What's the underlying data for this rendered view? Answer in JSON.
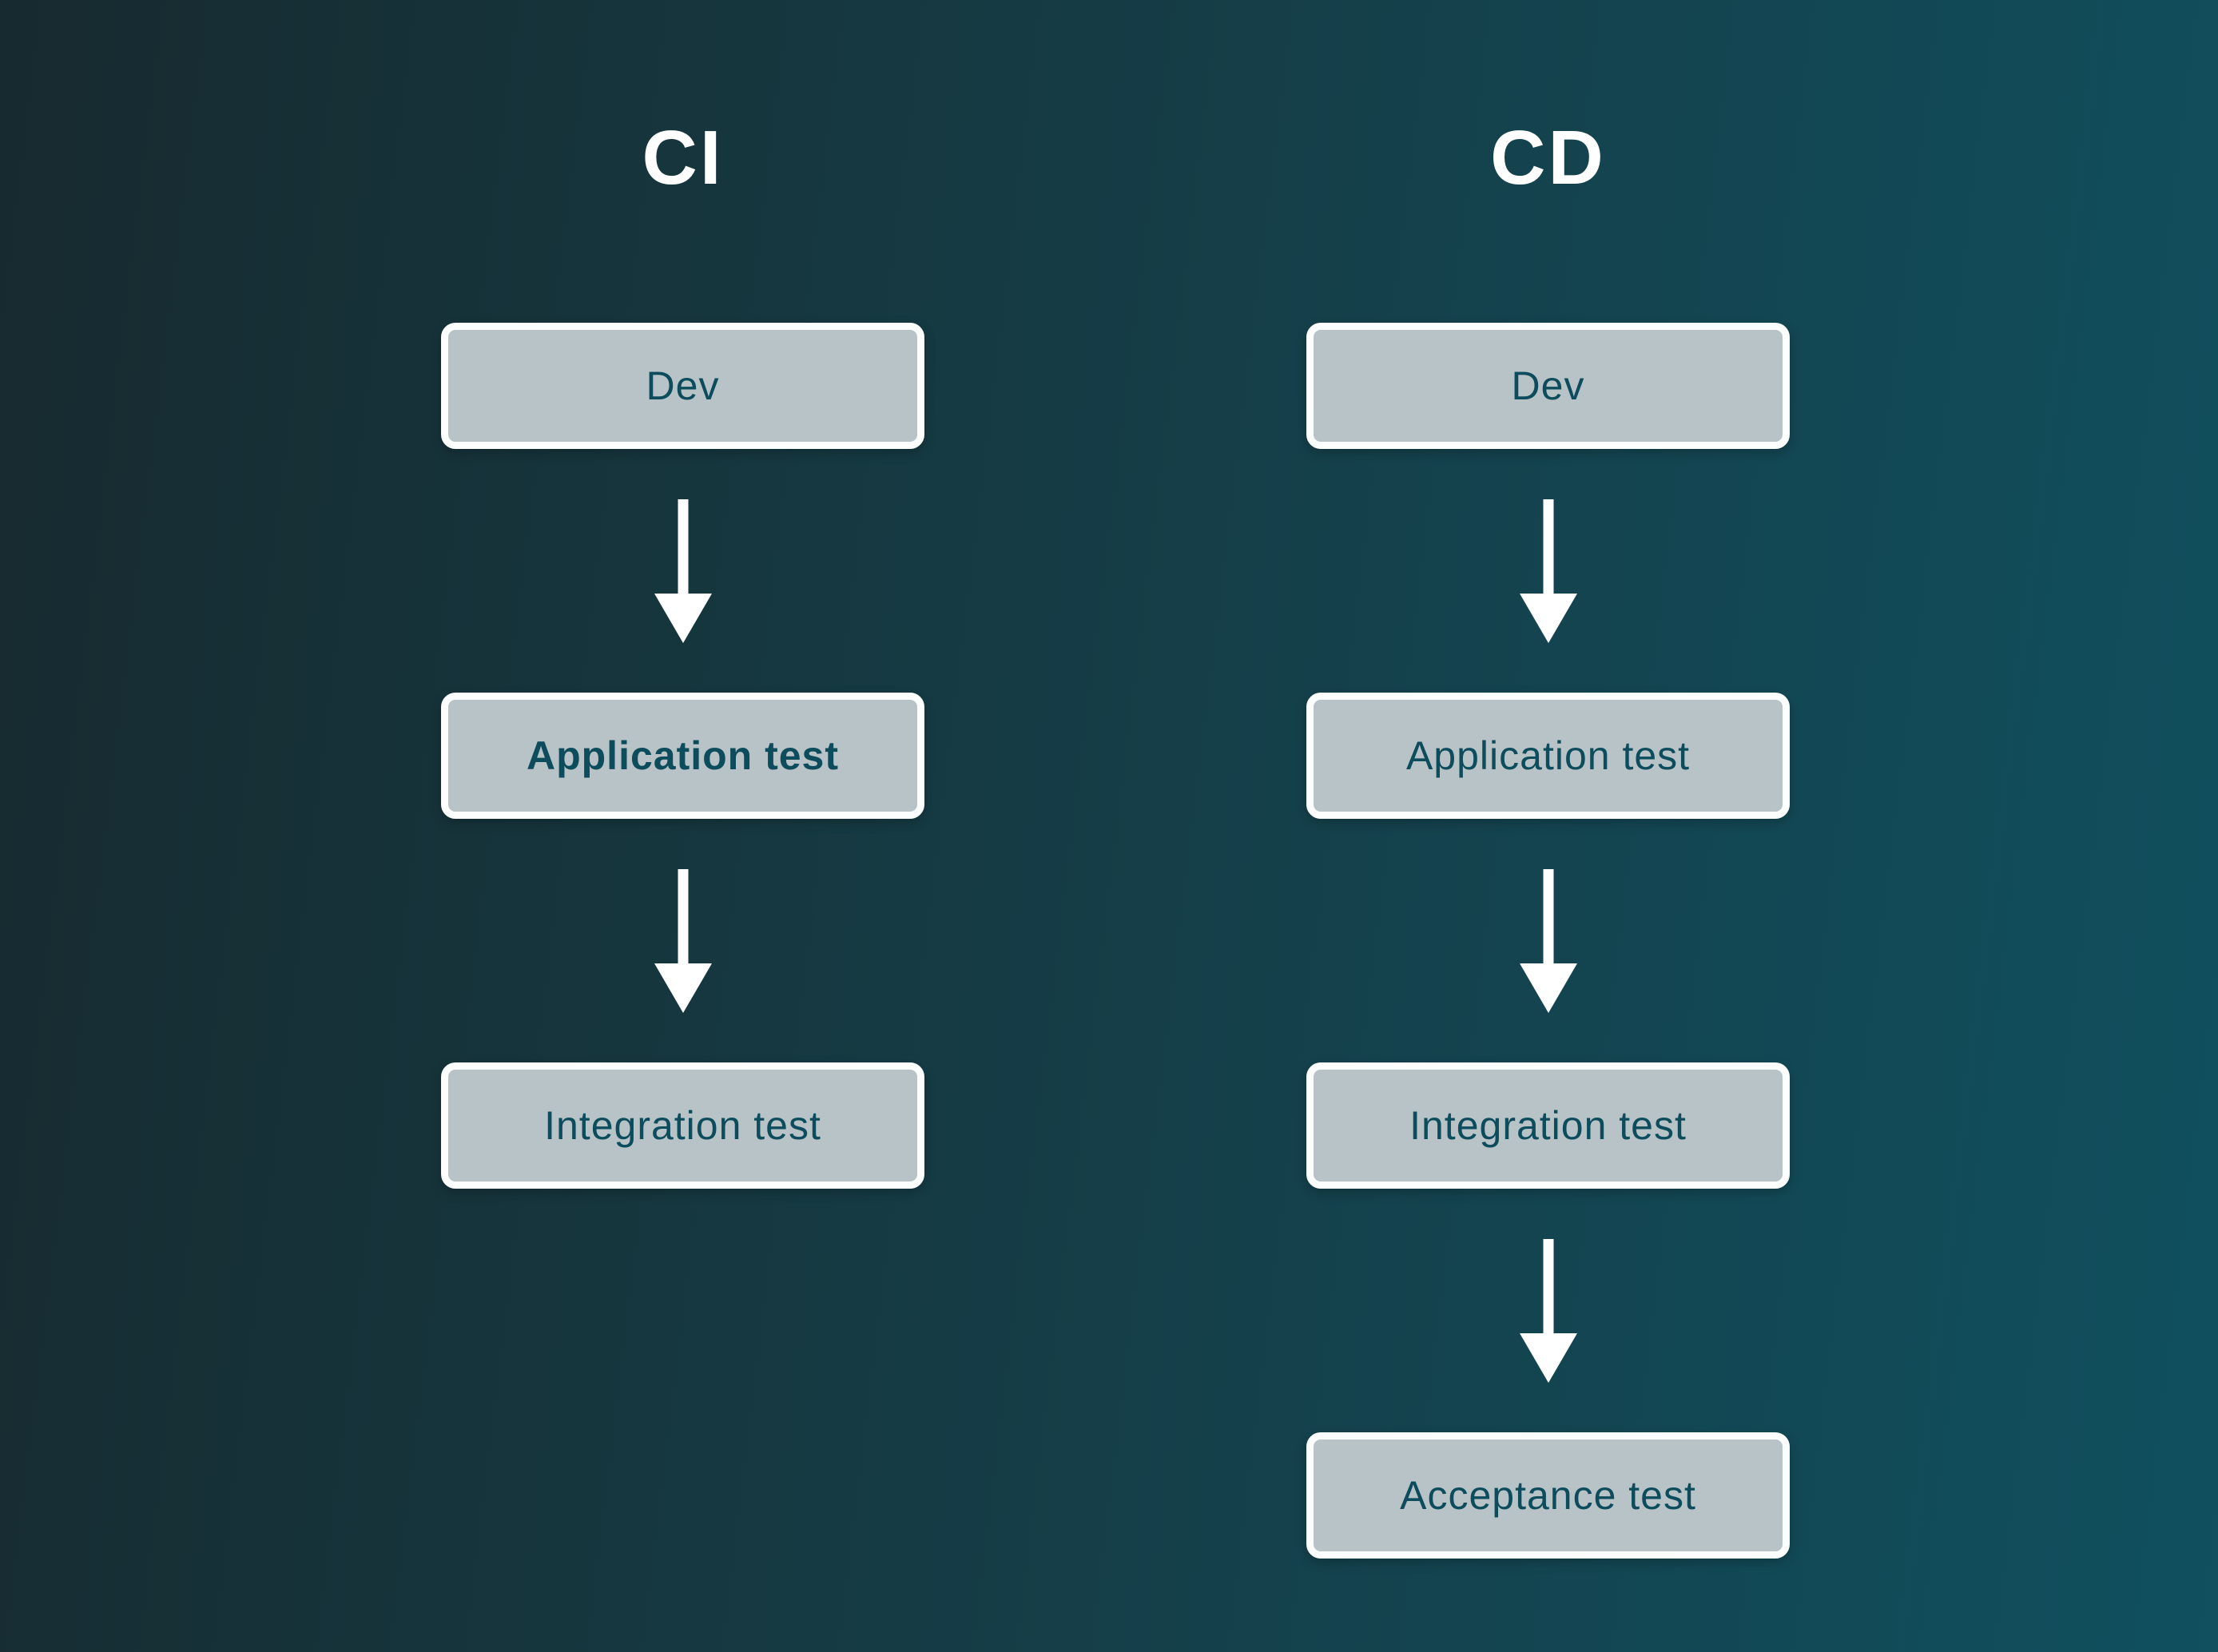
{
  "diagram": {
    "title_semantic": "CI vs CD pipeline comparison",
    "columns": [
      {
        "title": "CI",
        "steps": [
          "Dev",
          "Application test",
          "Integration test"
        ]
      },
      {
        "title": "CD",
        "steps": [
          "Dev",
          "Application test",
          "Integration test",
          "Acceptance test"
        ]
      }
    ]
  },
  "colors": {
    "background_left": "#172a2f",
    "background_right": "#10505f",
    "box_fill": "#b7c3c6",
    "box_border": "#fcfdfd",
    "box_text": "#0d4c5c",
    "title_text": "#ffffff",
    "arrow": "#ffffff"
  }
}
